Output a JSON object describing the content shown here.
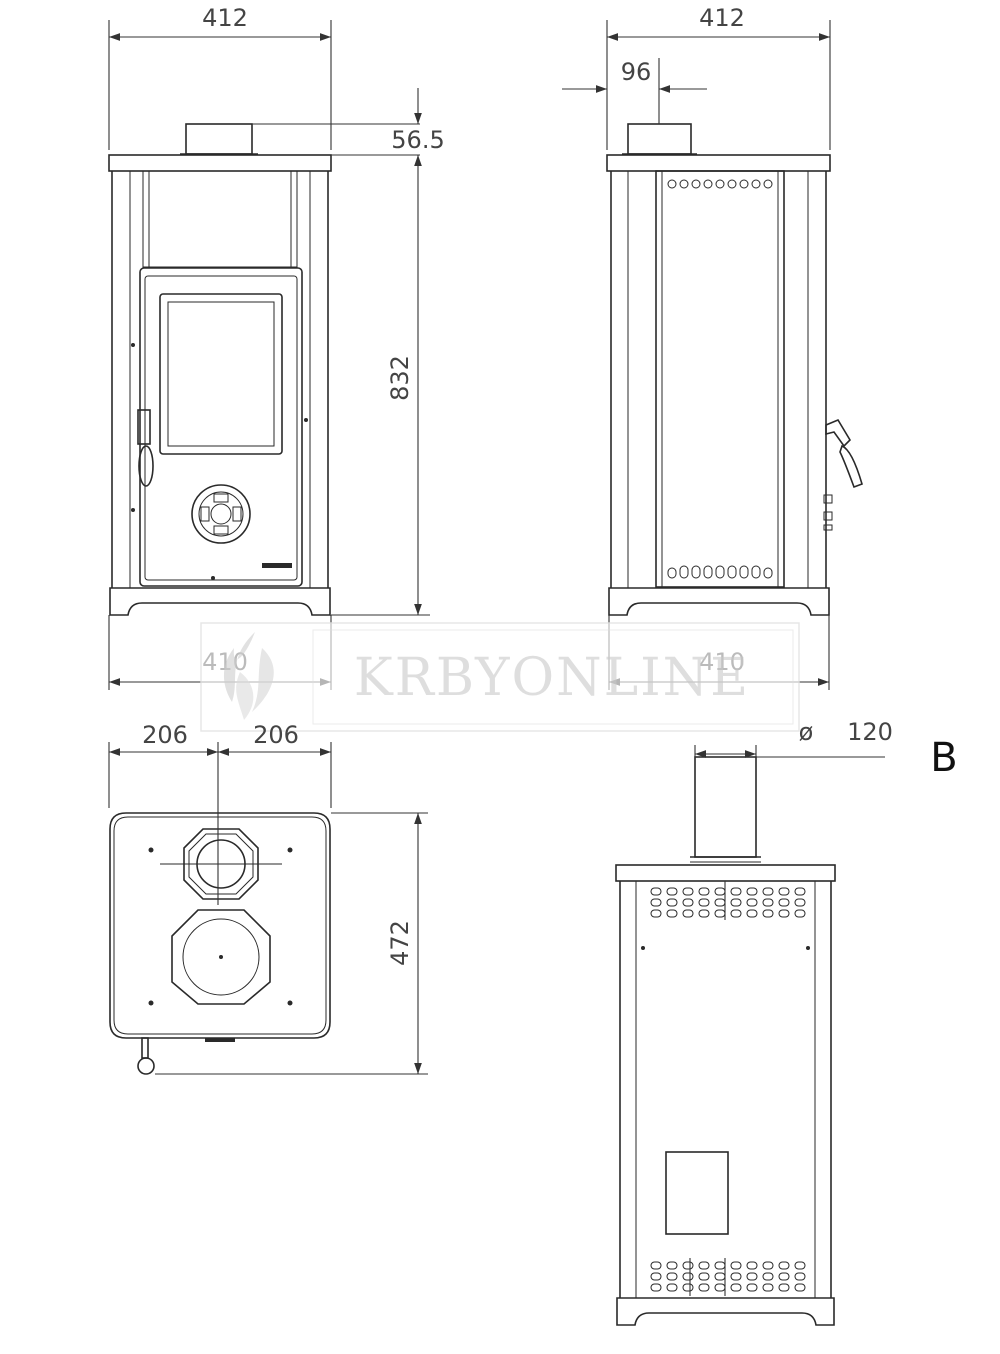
{
  "dimensions": {
    "front_width_top": "412",
    "front_width_bottom": "410",
    "side_width_top": "412",
    "side_width_bottom": "410",
    "side_flue_offset": "96",
    "flue_height_offset": "56.5",
    "height": "832",
    "top_half_left": "206",
    "top_half_right": "206",
    "depth": "472",
    "flue_diameter_symbol": "ø",
    "flue_diameter": "120"
  },
  "view_label_back": "B",
  "watermark": {
    "text": "KRBYONLINE"
  }
}
